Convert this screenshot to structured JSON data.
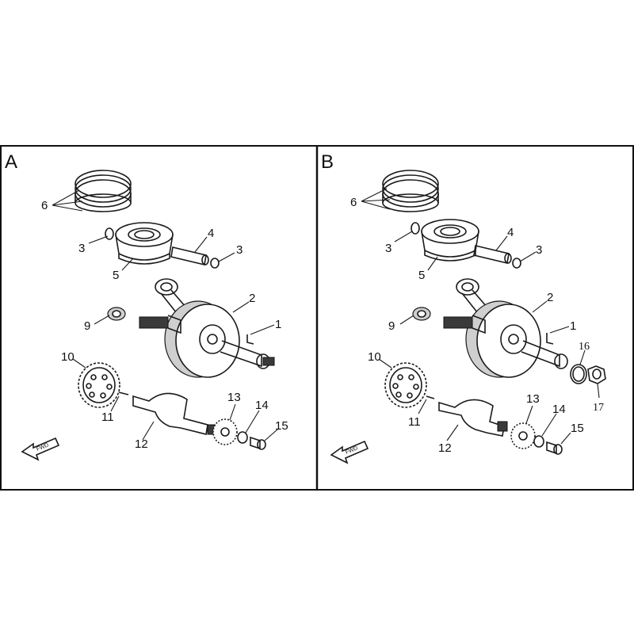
{
  "panels": [
    {
      "letter": "A",
      "fwd": "FWD",
      "callouts": [
        "6",
        "3",
        "4",
        "3",
        "5",
        "2",
        "9",
        "1",
        "10",
        "11",
        "12",
        "13",
        "14",
        "15"
      ]
    },
    {
      "letter": "B",
      "fwd": "FWD",
      "callouts": [
        "6",
        "3",
        "4",
        "3",
        "5",
        "2",
        "9",
        "1",
        "10",
        "16",
        "17",
        "11",
        "12",
        "13",
        "14",
        "15"
      ]
    }
  ]
}
